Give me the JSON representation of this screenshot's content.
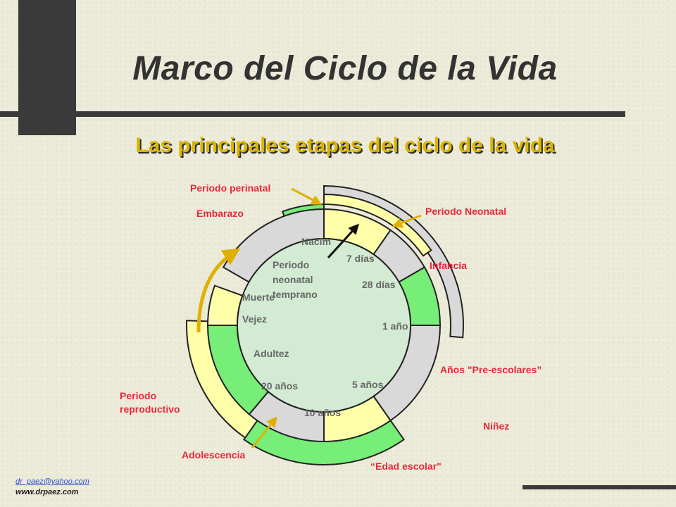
{
  "title": "Marco del Ciclo de la Vida",
  "subtitle": "Las principales etapas del ciclo de la vida",
  "colors": {
    "green": "#77ee77",
    "yellow": "#ffffaa",
    "gray": "#d9d9d9",
    "center": "#d2ebd2",
    "label_red": "#e8283a",
    "label_gray": "#666666",
    "subtitle_gold": "#d9b400",
    "arrow_gold": "#e0b000"
  },
  "inner_labels": [
    {
      "id": "nacim",
      "text": "Nacim"
    },
    {
      "id": "7dias",
      "text": "7 días"
    },
    {
      "id": "periodo1",
      "text": "Periodo"
    },
    {
      "id": "periodo2",
      "text": "neonatal"
    },
    {
      "id": "periodo3",
      "text": "temprano"
    },
    {
      "id": "28dias",
      "text": "28 días"
    },
    {
      "id": "muerte",
      "text": "Muerte"
    },
    {
      "id": "vejez",
      "text": "Vejez"
    },
    {
      "id": "1ano",
      "text": "1 año"
    },
    {
      "id": "adultez",
      "text": "Adultez"
    },
    {
      "id": "20anos",
      "text": "20 años"
    },
    {
      "id": "5anos",
      "text": "5 años"
    },
    {
      "id": "10anos",
      "text": "10 años"
    }
  ],
  "outer_labels": [
    {
      "id": "perinatal",
      "text": "Periodo  perinatal"
    },
    {
      "id": "embarazo",
      "text": "Embarazo"
    },
    {
      "id": "neonatal",
      "text": "Periodo  Neonatal"
    },
    {
      "id": "infancia",
      "text": "Infancia"
    },
    {
      "id": "preescolares",
      "text": "Años \"Pre-escolares”"
    },
    {
      "id": "reproductivo1",
      "text": "Periodo"
    },
    {
      "id": "reproductivo2",
      "text": "reproductivo"
    },
    {
      "id": "ninez",
      "text": "Niñez"
    },
    {
      "id": "adolescencia",
      "text": "Adolescencia"
    },
    {
      "id": "edad_escolar",
      "text": "“Edad escolar\""
    }
  ],
  "footer": {
    "email": "dr_paez@yahoo.com",
    "website": "www.drpaez.com"
  }
}
